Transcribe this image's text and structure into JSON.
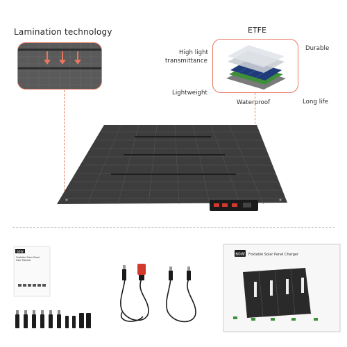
{
  "headings": {
    "lamination": "Lamination technology",
    "etfe": "ETFE"
  },
  "features": {
    "high_light_1": "High light",
    "high_light_2": "transmittance",
    "durable": "Durable",
    "lightweight": "Lightweight",
    "waterproof": "Waterproof",
    "long_life": "Long life"
  },
  "box": {
    "badge": "60W",
    "title": "Foldable Solar Panel Charger"
  },
  "manual": {
    "badge": "60W",
    "title_line1": "Foldable Solar Panel",
    "title_line2": "User Manual"
  },
  "colors": {
    "accent": "#e8765f",
    "panel": "#3d3d3d",
    "badge": "#1e1e1e",
    "port_red": "#d23a2e"
  },
  "icons": [
    "down-arrow-icon",
    "down-arrow-icon",
    "down-arrow-icon"
  ]
}
